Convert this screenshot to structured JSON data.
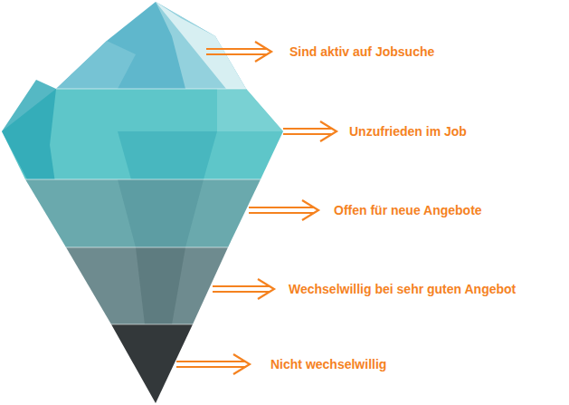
{
  "diagram": {
    "labels": [
      "Sind aktiv auf Jobsuche",
      "Unzufrieden im Job",
      "Offen für neue Angebote",
      "Wechselwillig bei sehr guten Angebot",
      "Nicht wechselwillig"
    ]
  }
}
